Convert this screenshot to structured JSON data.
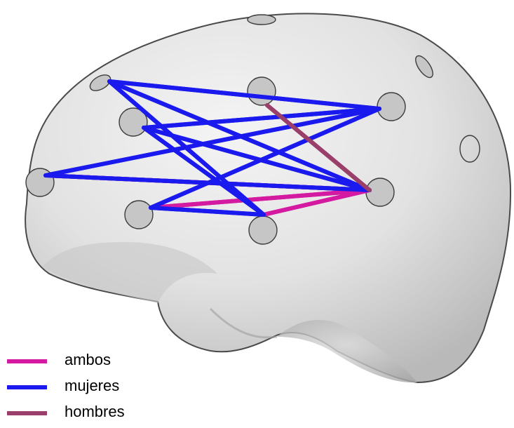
{
  "legend": [
    {
      "key": "ambos",
      "label": "ambos",
      "color": "#d41aa0"
    },
    {
      "key": "mujeres",
      "label": "mujeres",
      "color": "#1a1aee"
    },
    {
      "key": "hombres",
      "label": "hombres",
      "color": "#9a3f6a"
    }
  ],
  "diagram": {
    "nodes": [
      "n_top",
      "n_frontal",
      "n_upper",
      "n_center",
      "n_right_upper",
      "n_left",
      "n_mid_left",
      "n_lower_left",
      "n_right_mid",
      "n_lower_center",
      "n_right_edge",
      "n_right_far"
    ],
    "connections": {
      "ambos": [
        [
          "n_left",
          "n_right_mid"
        ],
        [
          "n_lower_left",
          "n_right_mid"
        ],
        [
          "n_lower_center",
          "n_right_mid"
        ]
      ],
      "mujeres": [
        [
          "n_frontal",
          "n_right_upper"
        ],
        [
          "n_frontal",
          "n_right_mid"
        ],
        [
          "n_frontal",
          "n_lower_center"
        ],
        [
          "n_upper",
          "n_right_upper"
        ],
        [
          "n_upper",
          "n_lower_center"
        ],
        [
          "n_left",
          "n_right_upper"
        ],
        [
          "n_left",
          "n_right_mid"
        ],
        [
          "n_lower_left",
          "n_right_upper"
        ],
        [
          "n_lower_left",
          "n_lower_center"
        ],
        [
          "n_upper",
          "n_right_mid"
        ]
      ],
      "hombres": [
        [
          "n_center",
          "n_right_mid"
        ]
      ]
    }
  }
}
